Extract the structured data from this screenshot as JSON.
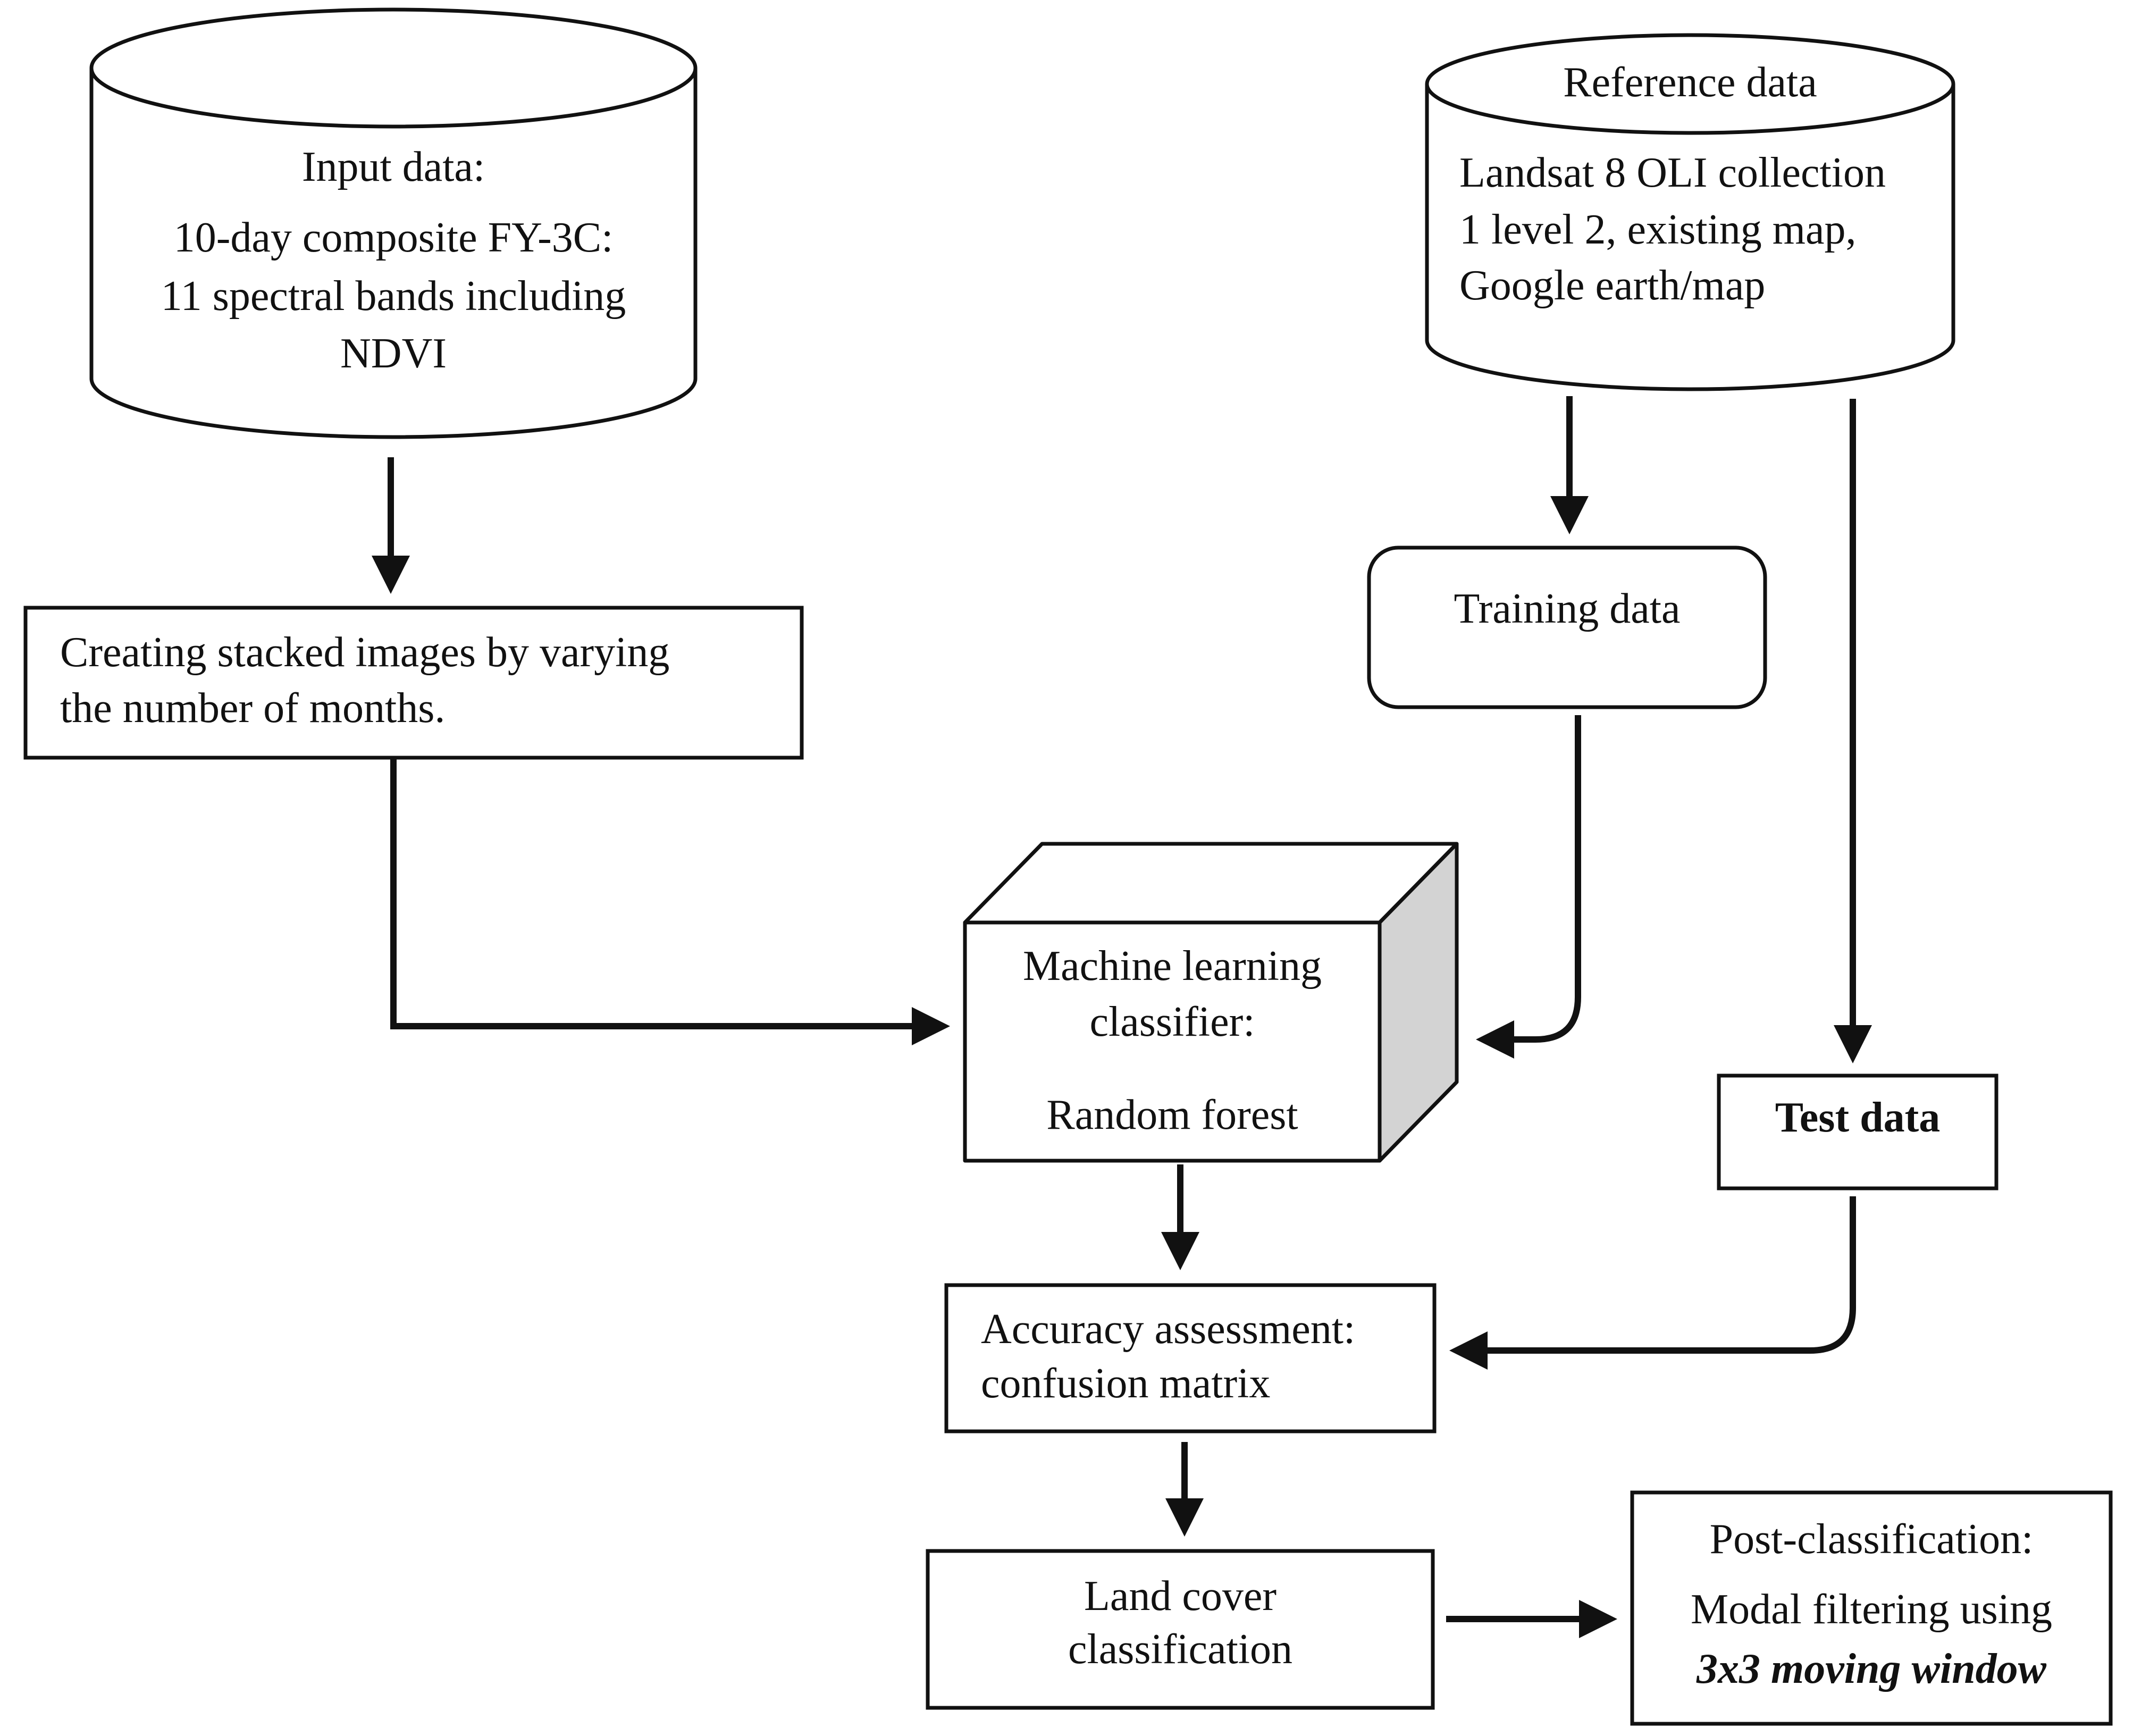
{
  "nodes": {
    "input_data": {
      "title": "Input data:",
      "line1": "10-day composite FY-3C:",
      "line2": "11 spectral bands including",
      "line3": "NDVI"
    },
    "reference_data": {
      "title": "Reference data",
      "line1": "Landsat 8 OLI collection",
      "line2": "1 level 2, existing map,",
      "line3": "Google earth/map"
    },
    "stacking": {
      "line1": "Creating stacked images by varying",
      "line2": "the number of months."
    },
    "training": {
      "label": "Training data"
    },
    "classifier": {
      "line1": "Machine learning",
      "line2": "classifier:",
      "line3": "Random forest"
    },
    "test": {
      "label": "Test data"
    },
    "accuracy": {
      "line1": "Accuracy assessment:",
      "line2": "confusion matrix"
    },
    "land_cover": {
      "line1": "Land cover",
      "line2": "classification"
    },
    "post": {
      "line1": "Post-classification:",
      "line2": "Modal filtering using",
      "line3": "3x3 moving window"
    }
  },
  "colors": {
    "stroke": "#111111",
    "cube_side": "#d3d3d3",
    "background": "#ffffff"
  }
}
